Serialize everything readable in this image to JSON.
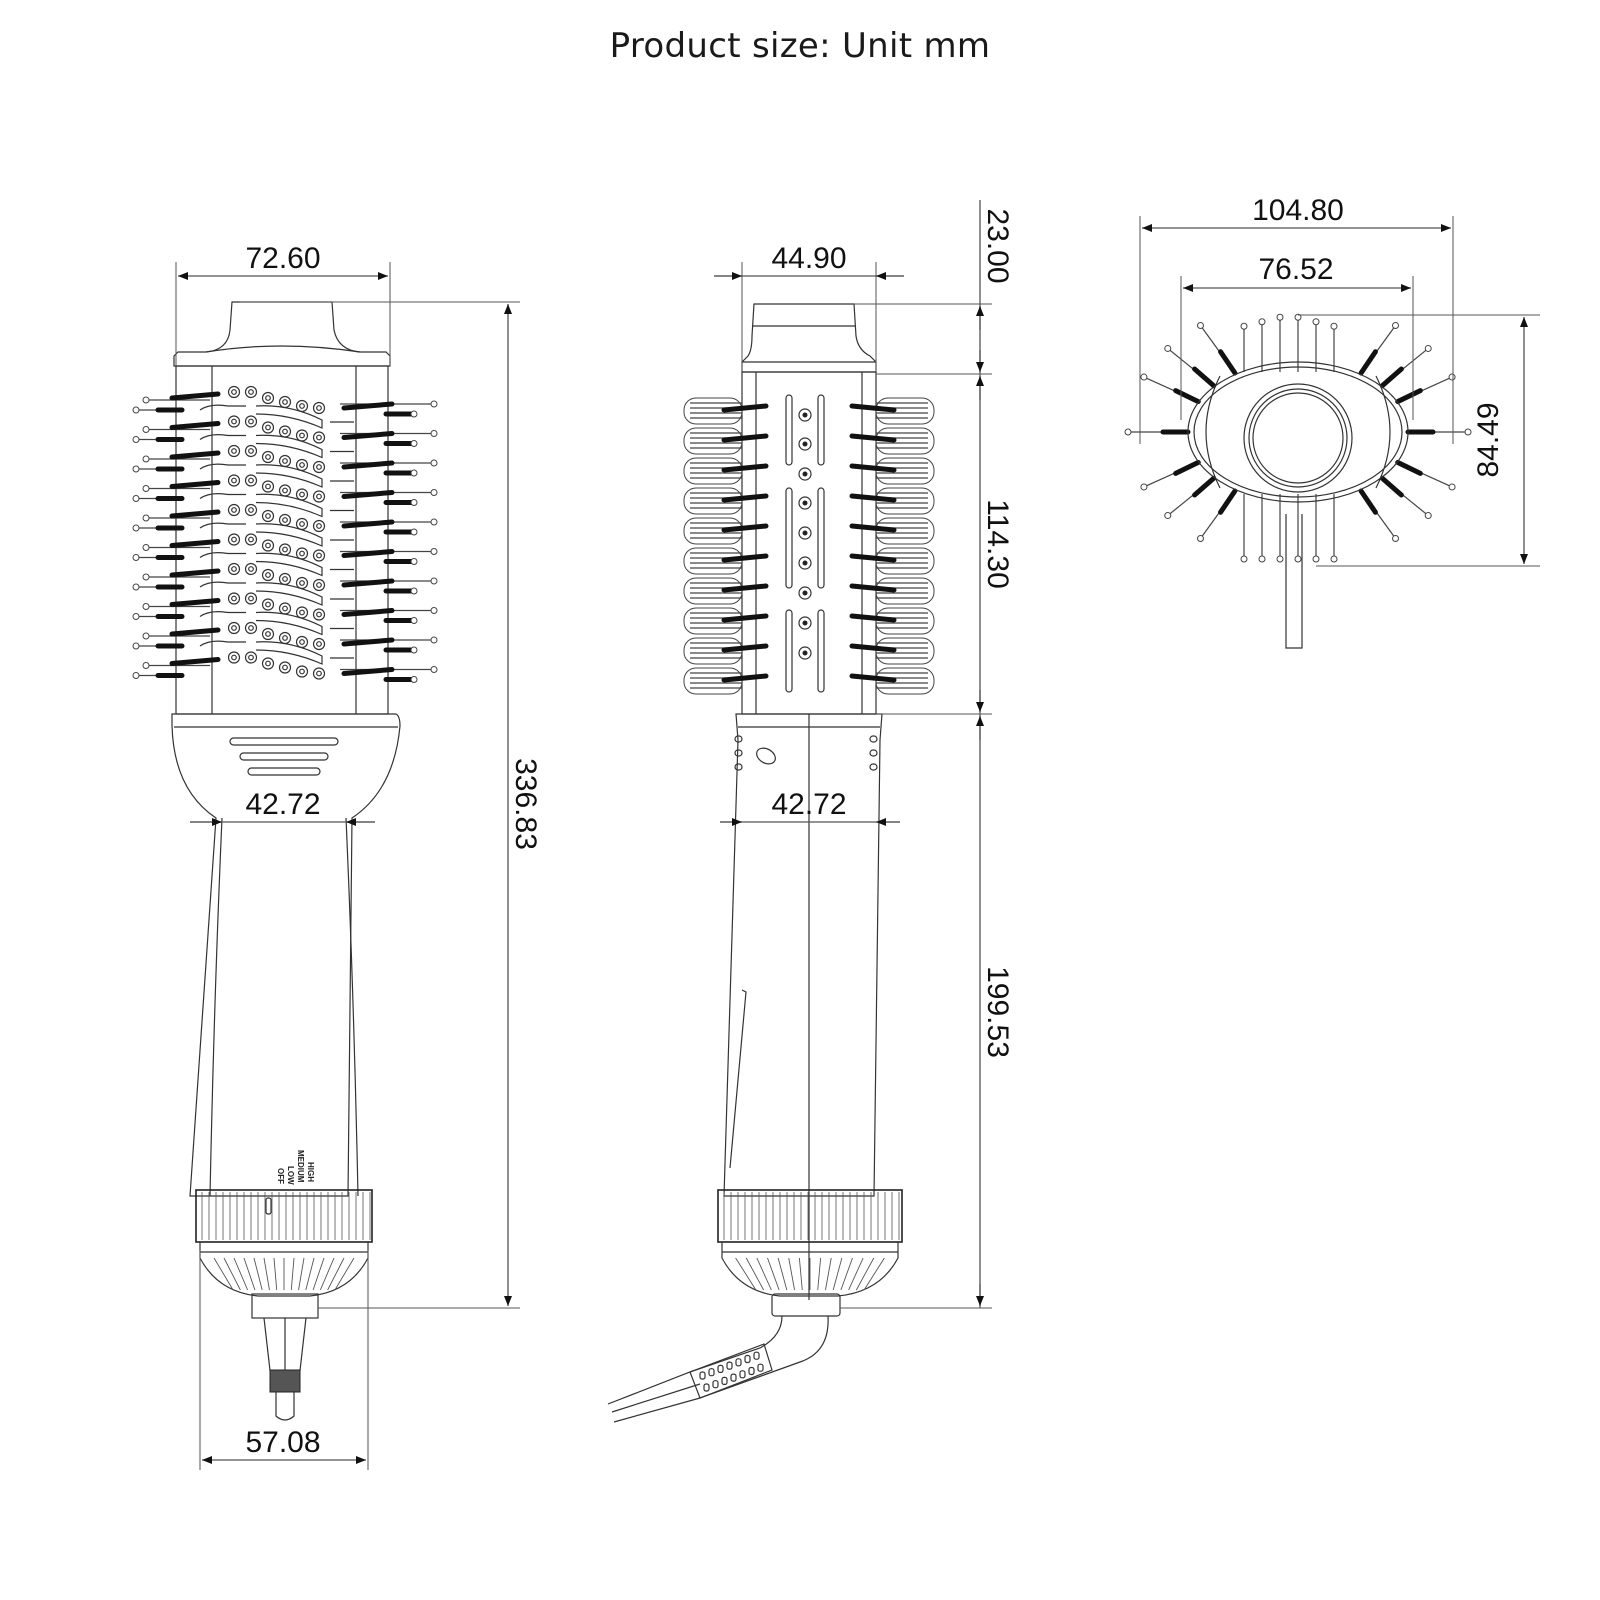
{
  "title": "Product size: Unit mm",
  "views": {
    "front": {
      "head_width": "72.60",
      "handle_width": "42.72",
      "base_width": "57.08",
      "total_length": "336.83",
      "switch_labels": [
        "HIGH",
        "MEDIUM",
        "LOW",
        "OFF"
      ]
    },
    "side": {
      "head_width": "44.90",
      "handle_width": "42.72",
      "cap_length": "23.00",
      "brush_length": "114.30",
      "handle_length": "199.53"
    },
    "top": {
      "outer_diameter": "104.80",
      "inner_diameter": "76.52",
      "height": "84.49"
    }
  },
  "colors": {
    "line": "#333333",
    "bristle": "#111111",
    "background": "#ffffff"
  }
}
